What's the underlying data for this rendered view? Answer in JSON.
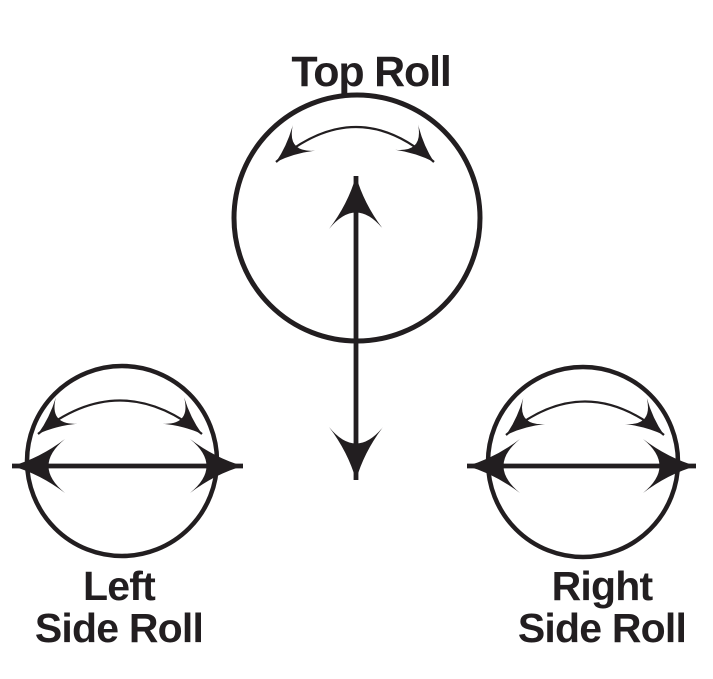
{
  "colors": {
    "ink": "#221e20",
    "background": "#ffffff"
  },
  "top_roll": {
    "label": "Top Roll"
  },
  "left_side_roll": {
    "label_line1": "Left",
    "label_line2": "Side Roll"
  },
  "right_side_roll": {
    "label_line1": "Right",
    "label_line2": "Side Roll"
  }
}
